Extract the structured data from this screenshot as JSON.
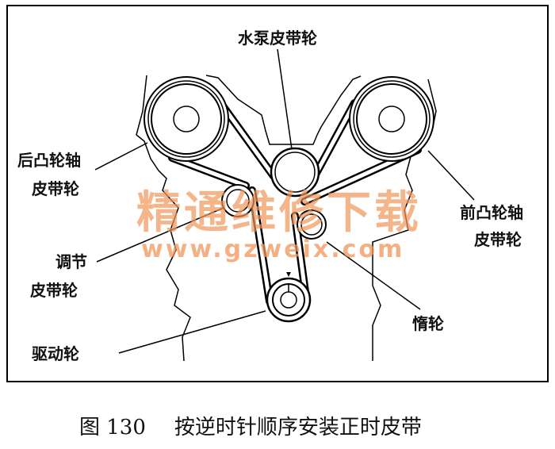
{
  "labels": {
    "water_pump": "水泵皮带轮",
    "rear_cam_1": "后凸轮轴",
    "rear_cam_2": "皮带轮",
    "front_cam_1": "前凸轮轴",
    "front_cam_2": "皮带轮",
    "adjust_1": "调节",
    "adjust_2": "皮带轮",
    "idler": "惰轮",
    "drive": "驱动轮"
  },
  "watermark": {
    "line1": "精通维修下载",
    "line2": "www.gzweix.com"
  },
  "caption": {
    "figure": "图 130",
    "text": "按逆时针顺序安装正时皮带"
  }
}
